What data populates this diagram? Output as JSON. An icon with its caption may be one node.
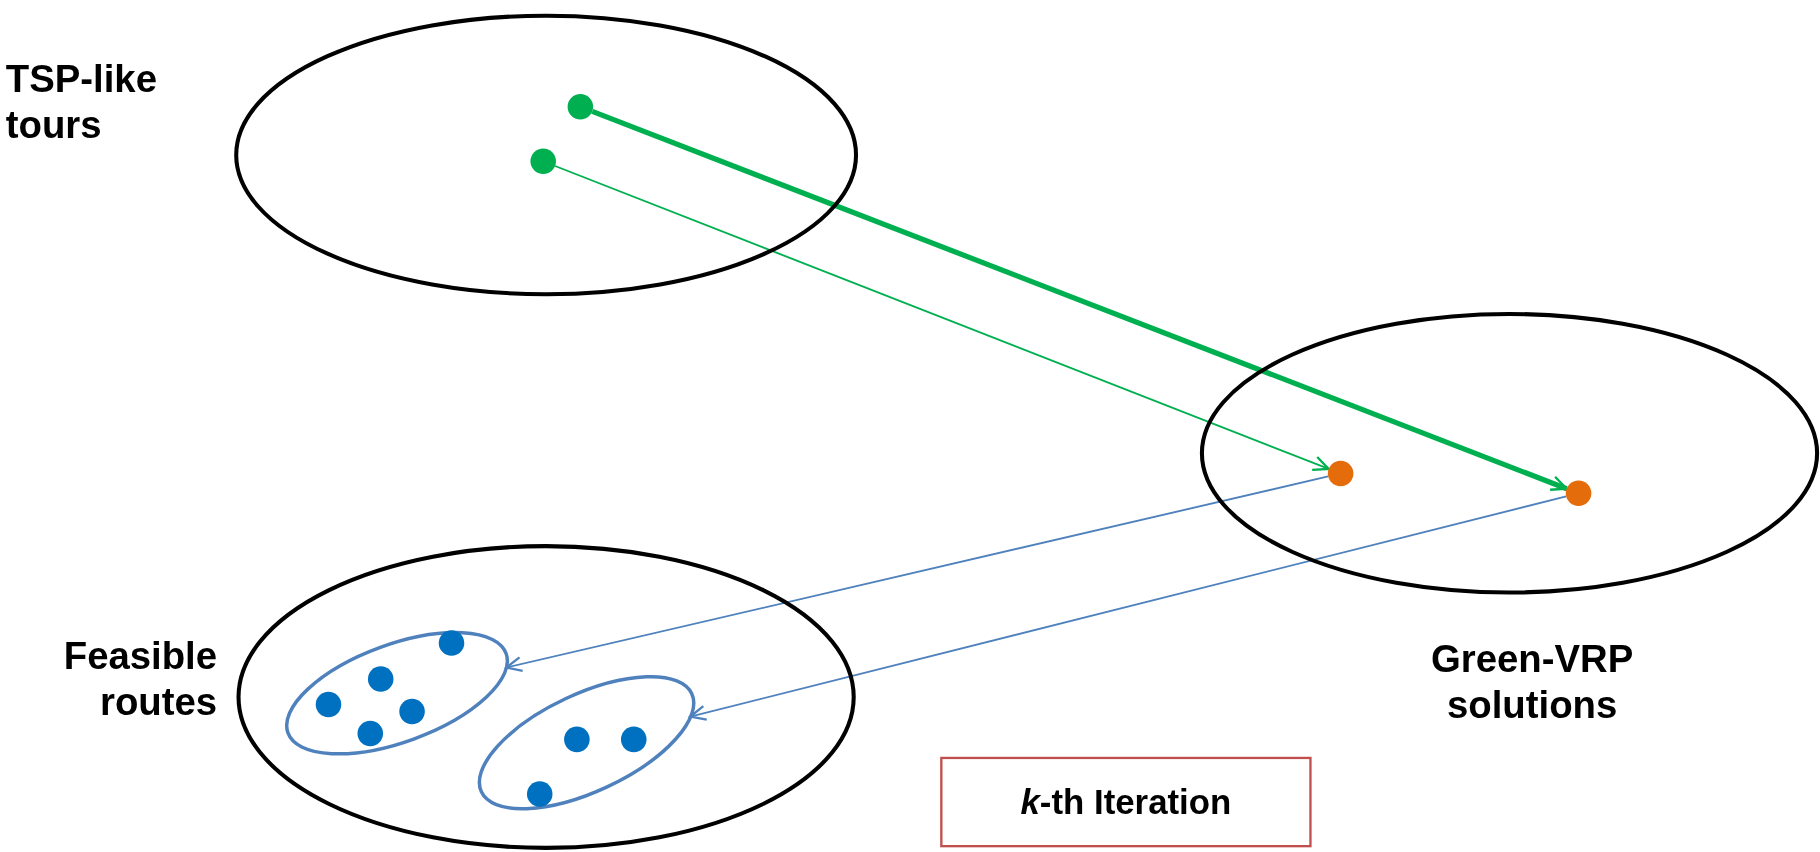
{
  "diagram": {
    "nodes": [
      {
        "text": [
          "TSP-like tours"
        ]
      },
      {
        "text": [],
        "shape": "circle",
        "in": 0
      },
      {
        "text": [],
        "shape": "circle",
        "in": 0
      },
      {
        "text": [
          "Green-VRP solutions"
        ]
      },
      {
        "text": [],
        "shape": "circle",
        "in": 3
      },
      {
        "text": [],
        "shape": "circle",
        "in": 3
      },
      {
        "text": [
          "Feasible routes"
        ]
      },
      {
        "text": [],
        "shape": "ellipse",
        "in": 6
      },
      {
        "text": [],
        "shape": "circle",
        "in": 7
      },
      {
        "text": [],
        "shape": "circle",
        "in": 7
      },
      {
        "text": [],
        "shape": "circle",
        "in": 7
      },
      {
        "text": [],
        "shape": "circle",
        "in": 7
      },
      {
        "text": [],
        "shape": "circle",
        "in": 7
      },
      {
        "text": [],
        "shape": "ellipse",
        "in": 6
      },
      {
        "text": [],
        "shape": "circle",
        "in": 13
      },
      {
        "text": [],
        "shape": "circle",
        "in": 13
      },
      {
        "text": [],
        "shape": "circle",
        "in": 13
      },
      {
        "text": [
          "*k*-th Iteration"
        ]
      }
    ],
    "edges": [
      {
        "from": 1,
        "to": 5,
        "arrow": "to",
        "style": "thick",
        "color": "#00b050"
      },
      {
        "from": 2,
        "to": 4,
        "arrow": "to",
        "color": "#00b050"
      },
      {
        "from": 4,
        "to": 7,
        "arrow": "to",
        "color": "#4f81bd"
      },
      {
        "from": 5,
        "to": 13,
        "arrow": "to",
        "color": "#4f81bd"
      }
    ]
  }
}
